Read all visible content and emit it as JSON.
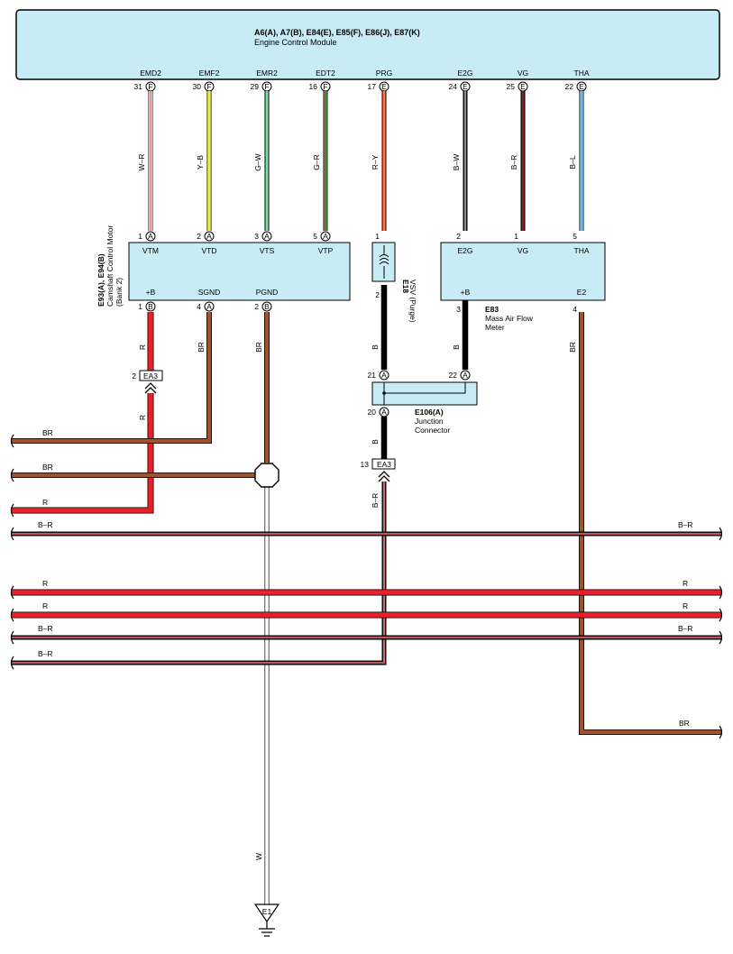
{
  "ecm": {
    "connectors": "A6(A), A7(B), E84(E), E85(F), E86(J), E87(K)",
    "name": "Engine Control Module",
    "pins": [
      {
        "label": "EMD2",
        "num": "31",
        "conn": "F"
      },
      {
        "label": "EMF2",
        "num": "30",
        "conn": "F"
      },
      {
        "label": "EMR2",
        "num": "29",
        "conn": "F"
      },
      {
        "label": "EDT2",
        "num": "16",
        "conn": "F"
      },
      {
        "label": "PRG",
        "num": "17",
        "conn": "E"
      },
      {
        "label": "E2G",
        "num": "24",
        "conn": "E"
      },
      {
        "label": "VG",
        "num": "25",
        "conn": "E"
      },
      {
        "label": "THA",
        "num": "22",
        "conn": "E"
      }
    ]
  },
  "wire_colors": {
    "W-R": "W–R",
    "Y-B": "Y–B",
    "G-W": "G–W",
    "G-R": "G–R",
    "R-Y": "R–Y",
    "B-W": "B–W",
    "B-R": "B–R",
    "B-L": "B–L",
    "R": "R",
    "BR": "BR",
    "B": "B",
    "W": "W"
  },
  "camshaft_motor": {
    "id": "E93(A), E94(B)",
    "name": "Camshaft Control Motor",
    "bank": "(Bank 2)",
    "top_pins": [
      {
        "num": "1",
        "conn": "A",
        "label": "VTM"
      },
      {
        "num": "2",
        "conn": "A",
        "label": "VTD"
      },
      {
        "num": "3",
        "conn": "A",
        "label": "VTS"
      },
      {
        "num": "5",
        "conn": "A",
        "label": "VTP"
      }
    ],
    "bottom_pins": [
      {
        "num": "1",
        "conn": "B",
        "label": "+B"
      },
      {
        "num": "4",
        "conn": "A",
        "label": "SGND"
      },
      {
        "num": "2",
        "conn": "B",
        "label": "PGND"
      }
    ]
  },
  "vsv": {
    "id": "E18",
    "name": "VSV (Purge)",
    "pin_top": "1",
    "pin_bottom": "2"
  },
  "maf": {
    "id": "E83",
    "name_line1": "Mass Air Flow",
    "name_line2": "Meter",
    "top_pins": [
      {
        "num": "2",
        "label": "E2G"
      },
      {
        "num": "1",
        "label": "VG"
      },
      {
        "num": "5",
        "label": "THA"
      }
    ],
    "bottom_pins": [
      {
        "num": "3",
        "label": "+B"
      },
      {
        "num": "4",
        "label": "E2"
      }
    ]
  },
  "junction": {
    "id": "E106(A)",
    "name_line1": "Junction",
    "name_line2": "Connector",
    "pins": [
      {
        "num": "21",
        "conn": "A"
      },
      {
        "num": "22",
        "conn": "A"
      },
      {
        "num": "20",
        "conn": "A"
      }
    ]
  },
  "ea3_upper": {
    "num": "2",
    "label": "EA3"
  },
  "ea3_lower": {
    "num": "13",
    "label": "EA3"
  },
  "ground": {
    "label": "E1"
  },
  "colors": {
    "panel_fill": "#c8ecf6",
    "brown": "#a0522d",
    "red": "#e8202a",
    "black": "#1a1a1a",
    "yellow": "#f2ec3a",
    "green": "#2fa84f",
    "light_blue": "#6fb8e6",
    "white": "#ffffff"
  }
}
